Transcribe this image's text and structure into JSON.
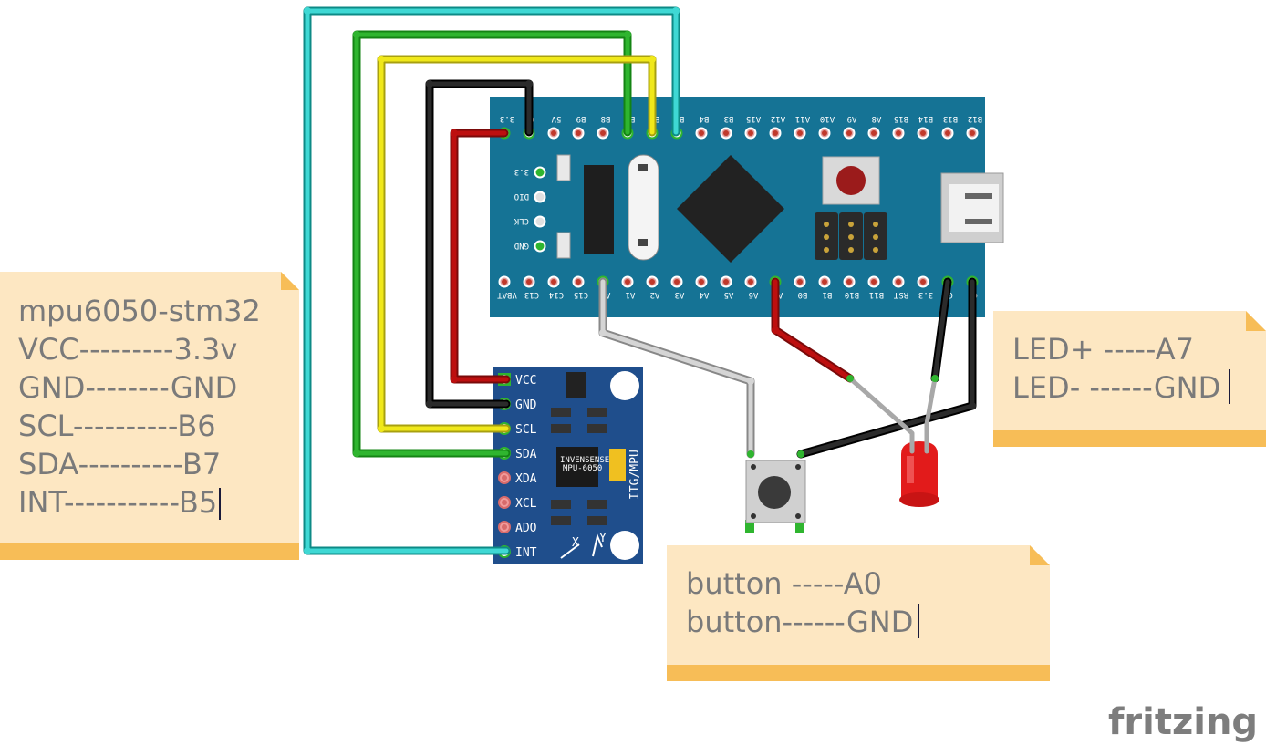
{
  "notes": {
    "mpu": {
      "lines": [
        "mpu6050-stm32",
        "VCC---------3.3v",
        "GND--------GND",
        "SCL----------B6",
        "SDA----------B7",
        "INT-----------B5"
      ]
    },
    "led": {
      "lines": [
        "LED+  -----A7",
        "LED-  ------GND"
      ]
    },
    "button": {
      "lines": [
        "button -----A0",
        "button------GND"
      ]
    }
  },
  "board": {
    "top_pins": [
      "3.3",
      "G",
      "5V",
      "B9",
      "B8",
      "B7",
      "B6",
      "B5",
      "B4",
      "B3",
      "A15",
      "A12",
      "A11",
      "A10",
      "A9",
      "A8",
      "B15",
      "B14",
      "B13",
      "B12"
    ],
    "bottom_pins": [
      "VBAT",
      "C13",
      "C14",
      "C15",
      "A0",
      "A1",
      "A2",
      "A3",
      "A4",
      "A5",
      "A6",
      "A7",
      "B0",
      "B1",
      "B10",
      "B11",
      "RST",
      "3.3",
      "G",
      "G"
    ],
    "debug_pins": [
      "3.3",
      "DIO",
      "CLK",
      "GND"
    ]
  },
  "mpu_module": {
    "pins": [
      "VCC",
      "GND",
      "SCL",
      "SDA",
      "XDA",
      "XCL",
      "ADO",
      "INT"
    ],
    "side_label": "ITG/MPU",
    "chip_label": "INVENSENSE",
    "chip_model": "MPU-6050",
    "axis_x": "X",
    "axis_y": "Y"
  },
  "brand": "fritzing",
  "colors": {
    "board": "#157395",
    "module": "#1f4e8c",
    "note": "#fde7c2",
    "note_bar": "#f7bd57",
    "wire_red": "#bd0f0f",
    "wire_black": "#2b2b2b",
    "wire_yellow": "#f0e81a",
    "wire_green": "#2fb52f",
    "wire_cyan": "#3fd8d4",
    "wire_gray": "#b0b0b0"
  }
}
